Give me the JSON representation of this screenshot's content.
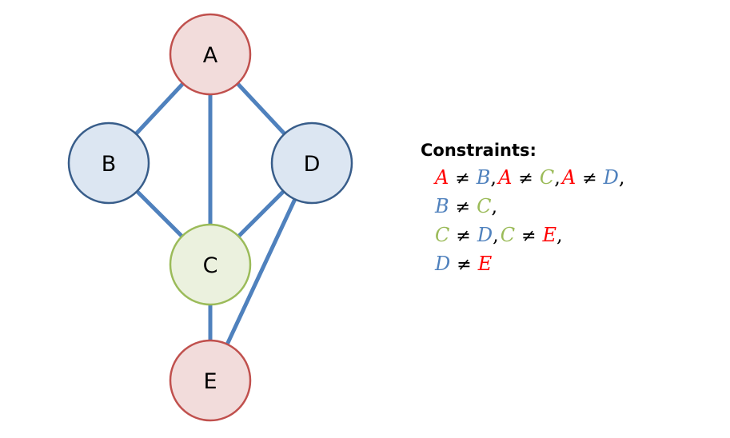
{
  "graph": {
    "colors": {
      "edge": "#4f81bd",
      "red_fill": "#f2dcdb",
      "red_stroke": "#c0504d",
      "blue_fill": "#dce6f2",
      "blue_stroke": "#385d8a",
      "green_fill": "#ebf1de",
      "green_stroke": "#9bbb59"
    },
    "nodes": [
      {
        "id": "A",
        "label": "A",
        "color": "red"
      },
      {
        "id": "B",
        "label": "B",
        "color": "blue"
      },
      {
        "id": "D",
        "label": "D",
        "color": "blue"
      },
      {
        "id": "C",
        "label": "C",
        "color": "green"
      },
      {
        "id": "E",
        "label": "E",
        "color": "red"
      }
    ],
    "edges": [
      [
        "A",
        "B"
      ],
      [
        "A",
        "C"
      ],
      [
        "A",
        "D"
      ],
      [
        "B",
        "C"
      ],
      [
        "C",
        "D"
      ],
      [
        "C",
        "E"
      ],
      [
        "D",
        "E"
      ]
    ]
  },
  "constraints": {
    "title": "Constraints:",
    "var_colors": {
      "A": "#ff0000",
      "B": "#4f81bd",
      "C": "#9bbb59",
      "D": "#4f81bd",
      "E": "#ff0000"
    },
    "operator": "≠",
    "lines": [
      [
        [
          "A",
          "B"
        ],
        [
          "A",
          "C"
        ],
        [
          "A",
          "D"
        ]
      ],
      [
        [
          "B",
          "C"
        ]
      ],
      [
        [
          "C",
          "D"
        ],
        [
          "C",
          "E"
        ]
      ],
      [
        [
          "D",
          "E"
        ]
      ]
    ],
    "line_trailing_comma": [
      true,
      true,
      true,
      false
    ]
  }
}
